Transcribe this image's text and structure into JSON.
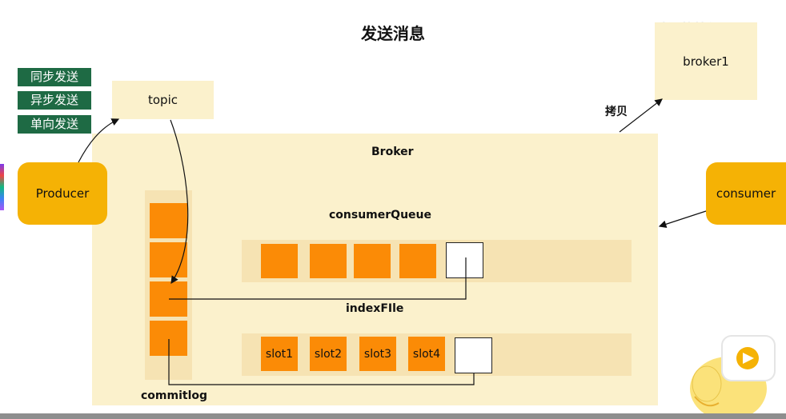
{
  "title": "发送消息",
  "send_modes": [
    "同步发送",
    "异步发送",
    "单向发送"
  ],
  "topic": "topic",
  "producer": "Producer",
  "consumer": "consumer",
  "broker": "Broker",
  "broker1": "broker1",
  "copy_label": "拷贝",
  "consumer_queue": "consumerQueue",
  "index_file": "indexFIle",
  "commitlog": "commitlog",
  "slots": [
    "slot1",
    "slot2",
    "slot3",
    "slot4"
  ],
  "watermark": "老k的笔记",
  "colors": {
    "orange": "#fb8b06",
    "amber": "#f5b205",
    "cream": "#fbf1cc",
    "green": "#1e6a44"
  }
}
